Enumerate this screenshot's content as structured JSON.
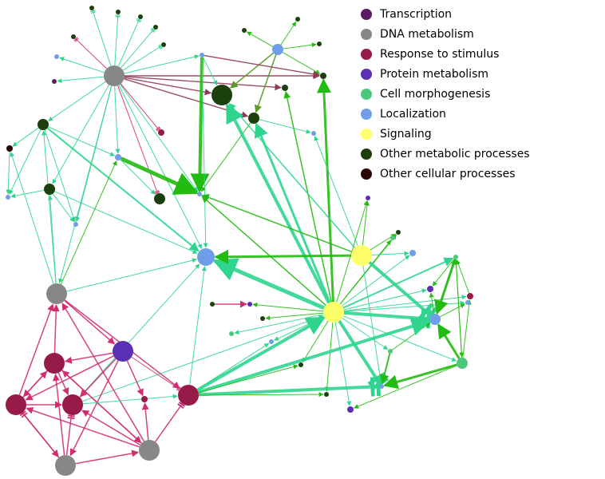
{
  "legend": {
    "items": [
      {
        "label": "Transcription",
        "color": "#5c1b62"
      },
      {
        "label": "DNA metabolism",
        "color": "#878787"
      },
      {
        "label": "Response to stimulus",
        "color": "#961b49"
      },
      {
        "label": "Protein metabolism",
        "color": "#5a2fb4"
      },
      {
        "label": "Cell morphogenesis",
        "color": "#4cc77c"
      },
      {
        "label": "Localization",
        "color": "#6f9de8"
      },
      {
        "label": "Signaling",
        "color": "#ffff6a"
      },
      {
        "label": "Other metabolic processes",
        "color": "#1c3f0e"
      },
      {
        "label": "Other cellular processes",
        "color": "#2b0606"
      }
    ]
  },
  "edge_colors": {
    "activation": "#22bb11",
    "cyan_green": "#2fd58f",
    "inhibition": "#d12e71",
    "dark_red": "#8f3a52",
    "olive": "#5a9a2a"
  }
}
